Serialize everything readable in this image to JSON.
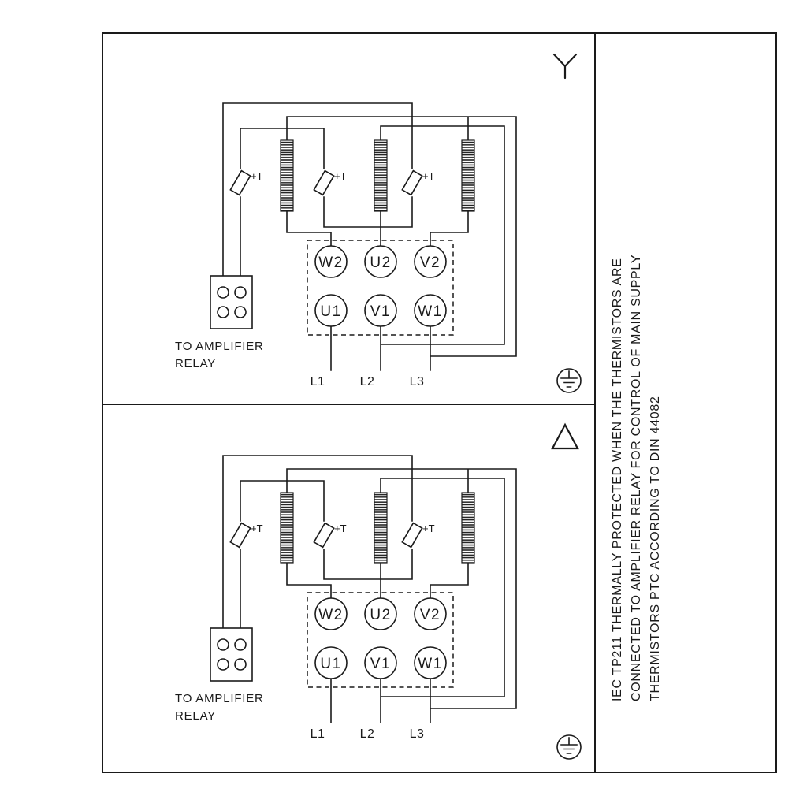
{
  "diagram": {
    "title": "motor-wiring-diagram",
    "colors": {
      "ink": "#1a1a1a",
      "background": "#ffffff"
    },
    "labels": {
      "relay_line1": "TO AMPLIFIER",
      "relay_line2": "RELAY",
      "thermistor": "+T",
      "terminals_top": [
        "W2",
        "U2",
        "V2"
      ],
      "terminals_bottom": [
        "U1",
        "V1",
        "W1"
      ],
      "supply": [
        "L1",
        "L2",
        "L3"
      ]
    },
    "panels": [
      {
        "name": "star-connection",
        "corner_symbol": "wye-icon"
      },
      {
        "name": "delta-connection",
        "corner_symbol": "delta-icon"
      }
    ],
    "side_note": [
      "IEC TP211 THERMALLY PROTECTED WHEN THE THERMISTORS ARE",
      "CONNECTED TO AMPLIFIER RELAY FOR CONTROL OF MAIN SUPPLY",
      "THERMISTORS PTC ACCORDING TO DIN 44082"
    ]
  }
}
